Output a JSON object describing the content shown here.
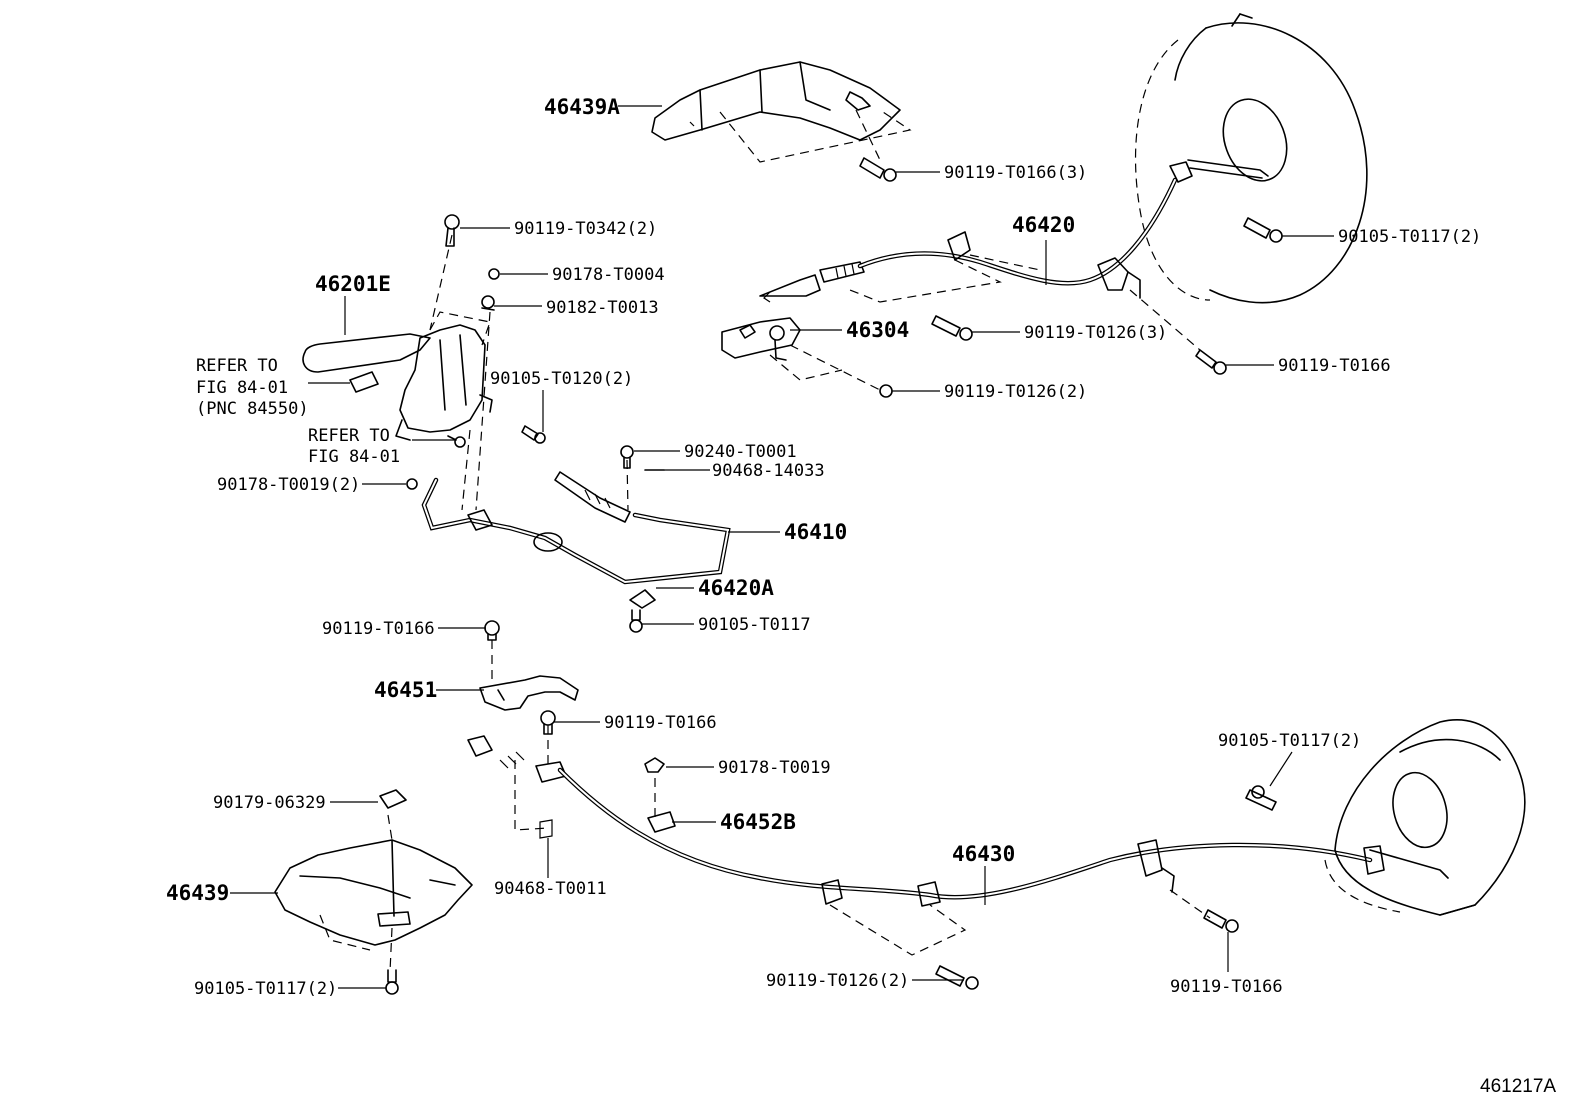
{
  "labels": {
    "p46439A": "46439A",
    "p90119_T0166_3": "90119-T0166(3)",
    "p46420": "46420",
    "p90105_T0117_2_top": "90105-T0117(2)",
    "p90119_T0342_2": "90119-T0342(2)",
    "p90178_T0004": "90178-T0004",
    "p90182_T0013": "90182-T0013",
    "p46201E": "46201E",
    "refer1_l1": "REFER TO",
    "refer1_l2": "FIG 84-01",
    "refer1_l3": "(PNC 84550)",
    "p90105_T0120_2": "90105-T0120(2)",
    "refer2_l1": "REFER TO",
    "refer2_l2": "FIG 84-01",
    "p46304": "46304",
    "p90119_T0126_3": "90119-T0126(3)",
    "p90119_T0166_r": "90119-T0166",
    "p90119_T0126_2_top": "90119-T0126(2)",
    "p90240_T0001": "90240-T0001",
    "p90468_14033": "90468-14033",
    "p90178_T0019_2": "90178-T0019(2)",
    "p46410": "46410",
    "p46420A": "46420A",
    "p90105_T0117": "90105-T0117",
    "p90119_T0166_a": "90119-T0166",
    "p46451": "46451",
    "p90119_T0166_b": "90119-T0166",
    "p90178_T0019": "90178-T0019",
    "p46452B": "46452B",
    "p90105_T0117_2_right": "90105-T0117(2)",
    "p90179_06329": "90179-06329",
    "p46430": "46430",
    "p90468_T0011": "90468-T0011",
    "p46439": "46439",
    "p90119_T0126_2_bot": "90119-T0126(2)",
    "p90119_T0166_bot": "90119-T0166",
    "p90105_T0117_2_bot": "90105-T0117(2)",
    "figure_number": "461217A"
  }
}
